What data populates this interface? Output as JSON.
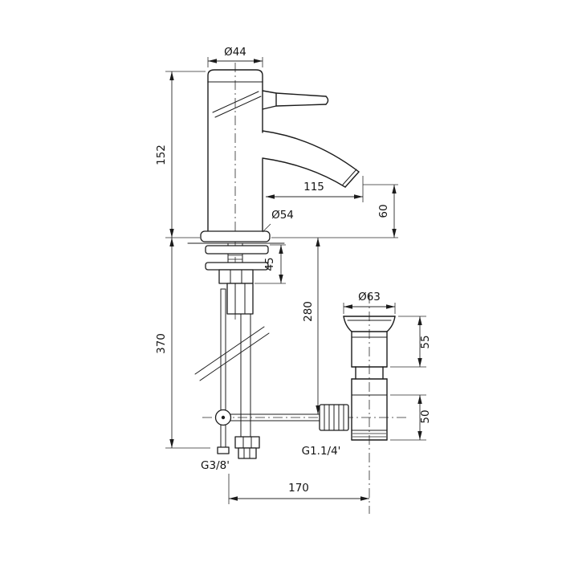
{
  "diagram": {
    "background": "#ffffff",
    "line_color": "#1c1c1c",
    "labels": {
      "spout_diameter": "Ø44",
      "body_height": "152",
      "spout_reach": "115",
      "spout_height": "60",
      "base_diameter": "Ø54",
      "deck_thickness": "45",
      "depth_to_linkage": "280",
      "total_depth": "370",
      "waste_flange_diameter": "Ø63",
      "waste_upper_height": "55",
      "waste_lower_height": "50",
      "supply_thread": "G3/8'",
      "waste_thread": "G1.1/4'",
      "center_spacing": "170"
    }
  }
}
